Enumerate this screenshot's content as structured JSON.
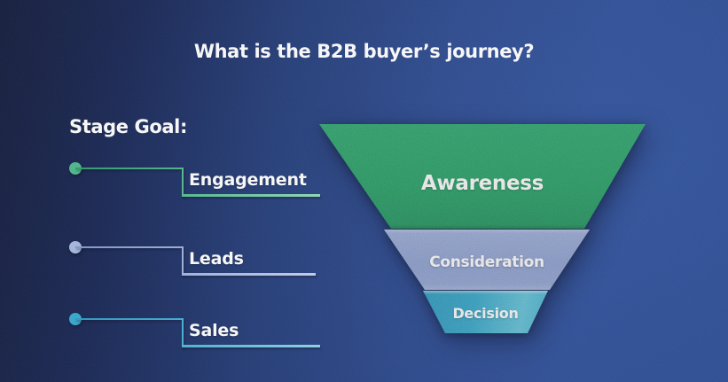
{
  "title": "What is the B2B buyer’s journey?",
  "stage_goal": {
    "heading": "Stage Goal:",
    "items": [
      {
        "label": "Engagement",
        "color": "#4eba8d"
      },
      {
        "label": "Leads",
        "color": "#a9bae2"
      },
      {
        "label": "Sales",
        "color": "#37a9d1"
      }
    ]
  },
  "funnel": {
    "stages": [
      {
        "label": "Awareness",
        "color": "#1f9f62"
      },
      {
        "label": "Consideration",
        "color": "#8da0d2"
      },
      {
        "label": "Decision",
        "color": "#2fa7cb"
      }
    ]
  },
  "palette": {
    "background_left": "#131c3c",
    "background_right": "#2d4c95",
    "text": "#ffffff"
  }
}
